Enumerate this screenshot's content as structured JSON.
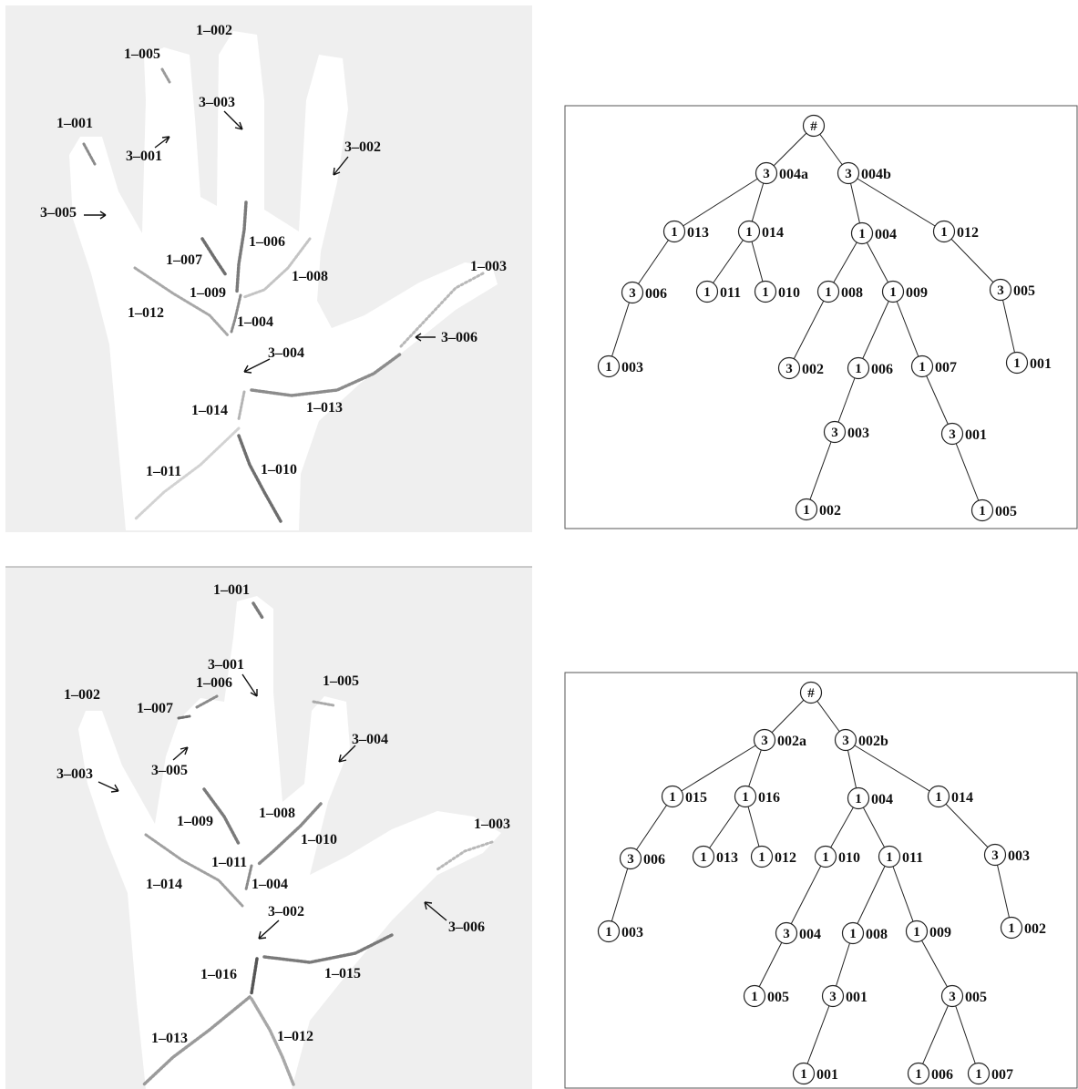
{
  "panels": [
    {
      "id": "top",
      "hand_labels": [
        {
          "key": "1-002",
          "text": "1–002"
        },
        {
          "key": "1-005",
          "text": "1–005"
        },
        {
          "key": "3-003",
          "text": "3–003"
        },
        {
          "key": "1-001",
          "text": "1–001"
        },
        {
          "key": "3-001",
          "text": "3–001"
        },
        {
          "key": "3-002",
          "text": "3–002"
        },
        {
          "key": "3-005",
          "text": "3–005"
        },
        {
          "key": "1-006",
          "text": "1–006"
        },
        {
          "key": "1-007",
          "text": "1–007"
        },
        {
          "key": "1-008",
          "text": "1–008"
        },
        {
          "key": "1-009",
          "text": "1–009"
        },
        {
          "key": "1-003",
          "text": "1–003"
        },
        {
          "key": "1-012",
          "text": "1–012"
        },
        {
          "key": "1-004",
          "text": "1–004"
        },
        {
          "key": "3-006",
          "text": "3–006"
        },
        {
          "key": "3-004",
          "text": "3–004"
        },
        {
          "key": "1-013",
          "text": "1–013"
        },
        {
          "key": "1-014",
          "text": "1–014"
        },
        {
          "key": "1-011",
          "text": "1–011"
        },
        {
          "key": "1-010",
          "text": "1–010"
        }
      ],
      "tree_nodes": [
        {
          "id": "root",
          "kind": "#",
          "label": ""
        },
        {
          "id": "n004a",
          "kind": "3",
          "label": "004a"
        },
        {
          "id": "n004b",
          "kind": "3",
          "label": "004b"
        },
        {
          "id": "n013",
          "kind": "1",
          "label": "013"
        },
        {
          "id": "n014",
          "kind": "1",
          "label": "014"
        },
        {
          "id": "n004",
          "kind": "1",
          "label": "004"
        },
        {
          "id": "n012",
          "kind": "1",
          "label": "012"
        },
        {
          "id": "n006",
          "kind": "3",
          "label": "006"
        },
        {
          "id": "n011",
          "kind": "1",
          "label": "011"
        },
        {
          "id": "n010",
          "kind": "1",
          "label": "010"
        },
        {
          "id": "n008",
          "kind": "1",
          "label": "008"
        },
        {
          "id": "n009",
          "kind": "1",
          "label": "009"
        },
        {
          "id": "n005",
          "kind": "3",
          "label": "005"
        },
        {
          "id": "n003",
          "kind": "1",
          "label": "003"
        },
        {
          "id": "n002",
          "kind": "3",
          "label": "002"
        },
        {
          "id": "n006b",
          "kind": "1",
          "label": "006"
        },
        {
          "id": "n007",
          "kind": "1",
          "label": "007"
        },
        {
          "id": "n001",
          "kind": "1",
          "label": "001"
        },
        {
          "id": "n003b",
          "kind": "3",
          "label": "003"
        },
        {
          "id": "n001b",
          "kind": "3",
          "label": "001"
        },
        {
          "id": "n002b",
          "kind": "1",
          "label": "002"
        },
        {
          "id": "n005b",
          "kind": "1",
          "label": "005"
        }
      ],
      "tree_edges": [
        [
          "root",
          "n004a"
        ],
        [
          "root",
          "n004b"
        ],
        [
          "n004a",
          "n013"
        ],
        [
          "n004a",
          "n014"
        ],
        [
          "n004b",
          "n004"
        ],
        [
          "n004b",
          "n012"
        ],
        [
          "n013",
          "n006"
        ],
        [
          "n014",
          "n011"
        ],
        [
          "n014",
          "n010"
        ],
        [
          "n004",
          "n008"
        ],
        [
          "n004",
          "n009"
        ],
        [
          "n012",
          "n005"
        ],
        [
          "n006",
          "n003"
        ],
        [
          "n008",
          "n002"
        ],
        [
          "n009",
          "n006b"
        ],
        [
          "n009",
          "n007"
        ],
        [
          "n005",
          "n001"
        ],
        [
          "n006b",
          "n003b"
        ],
        [
          "n007",
          "n001b"
        ],
        [
          "n003b",
          "n002b"
        ],
        [
          "n001b",
          "n005b"
        ]
      ]
    },
    {
      "id": "bottom",
      "hand_labels": [
        {
          "key": "1-001",
          "text": "1–001"
        },
        {
          "key": "3-001",
          "text": "3–001"
        },
        {
          "key": "1-006",
          "text": "1–006"
        },
        {
          "key": "1-005",
          "text": "1–005"
        },
        {
          "key": "1-002",
          "text": "1–002"
        },
        {
          "key": "1-007",
          "text": "1–007"
        },
        {
          "key": "3-004",
          "text": "3–004"
        },
        {
          "key": "3-003",
          "text": "3–003"
        },
        {
          "key": "3-005",
          "text": "3–005"
        },
        {
          "key": "1-008",
          "text": "1–008"
        },
        {
          "key": "1-009",
          "text": "1–009"
        },
        {
          "key": "1-010",
          "text": "1–010"
        },
        {
          "key": "1-003",
          "text": "1–003"
        },
        {
          "key": "1-011",
          "text": "1–011"
        },
        {
          "key": "1-014",
          "text": "1–014"
        },
        {
          "key": "1-004",
          "text": "1–004"
        },
        {
          "key": "3-002",
          "text": "3–002"
        },
        {
          "key": "3-006",
          "text": "3–006"
        },
        {
          "key": "1-016",
          "text": "1–016"
        },
        {
          "key": "1-015",
          "text": "1–015"
        },
        {
          "key": "1-013",
          "text": "1–013"
        },
        {
          "key": "1-012",
          "text": "1–012"
        }
      ],
      "tree_nodes": [
        {
          "id": "root",
          "kind": "#",
          "label": ""
        },
        {
          "id": "n002a",
          "kind": "3",
          "label": "002a"
        },
        {
          "id": "n002b",
          "kind": "3",
          "label": "002b"
        },
        {
          "id": "n015",
          "kind": "1",
          "label": "015"
        },
        {
          "id": "n016",
          "kind": "1",
          "label": "016"
        },
        {
          "id": "n004",
          "kind": "1",
          "label": "004"
        },
        {
          "id": "n014",
          "kind": "1",
          "label": "014"
        },
        {
          "id": "n006",
          "kind": "3",
          "label": "006"
        },
        {
          "id": "n013",
          "kind": "1",
          "label": "013"
        },
        {
          "id": "n012",
          "kind": "1",
          "label": "012"
        },
        {
          "id": "n010",
          "kind": "1",
          "label": "010"
        },
        {
          "id": "n011",
          "kind": "1",
          "label": "011"
        },
        {
          "id": "n003",
          "kind": "3",
          "label": "003"
        },
        {
          "id": "n003b",
          "kind": "1",
          "label": "003"
        },
        {
          "id": "n004b",
          "kind": "3",
          "label": "004"
        },
        {
          "id": "n008",
          "kind": "1",
          "label": "008"
        },
        {
          "id": "n009",
          "kind": "1",
          "label": "009"
        },
        {
          "id": "n002",
          "kind": "1",
          "label": "002"
        },
        {
          "id": "n005",
          "kind": "1",
          "label": "005"
        },
        {
          "id": "n001",
          "kind": "3",
          "label": "001"
        },
        {
          "id": "n005b",
          "kind": "3",
          "label": "005"
        },
        {
          "id": "n001b",
          "kind": "1",
          "label": "001"
        },
        {
          "id": "n006b",
          "kind": "1",
          "label": "006"
        },
        {
          "id": "n007",
          "kind": "1",
          "label": "007"
        }
      ],
      "tree_edges": [
        [
          "root",
          "n002a"
        ],
        [
          "root",
          "n002b"
        ],
        [
          "n002a",
          "n015"
        ],
        [
          "n002a",
          "n016"
        ],
        [
          "n002b",
          "n004"
        ],
        [
          "n002b",
          "n014"
        ],
        [
          "n015",
          "n006"
        ],
        [
          "n016",
          "n013"
        ],
        [
          "n016",
          "n012"
        ],
        [
          "n004",
          "n010"
        ],
        [
          "n004",
          "n011"
        ],
        [
          "n014",
          "n003"
        ],
        [
          "n006",
          "n003b"
        ],
        [
          "n010",
          "n004b"
        ],
        [
          "n011",
          "n008"
        ],
        [
          "n011",
          "n009"
        ],
        [
          "n003",
          "n002"
        ],
        [
          "n004b",
          "n005"
        ],
        [
          "n008",
          "n001"
        ],
        [
          "n009",
          "n005b"
        ],
        [
          "n001",
          "n001b"
        ],
        [
          "n005b",
          "n006b"
        ],
        [
          "n005b",
          "n007"
        ]
      ]
    }
  ],
  "colors": {
    "photo_bg": "#efefef",
    "hand_fill": "#ffffff",
    "trace_dark": "#6e6e6e",
    "trace_light": "#c4c4c4",
    "ink": "#111111"
  }
}
